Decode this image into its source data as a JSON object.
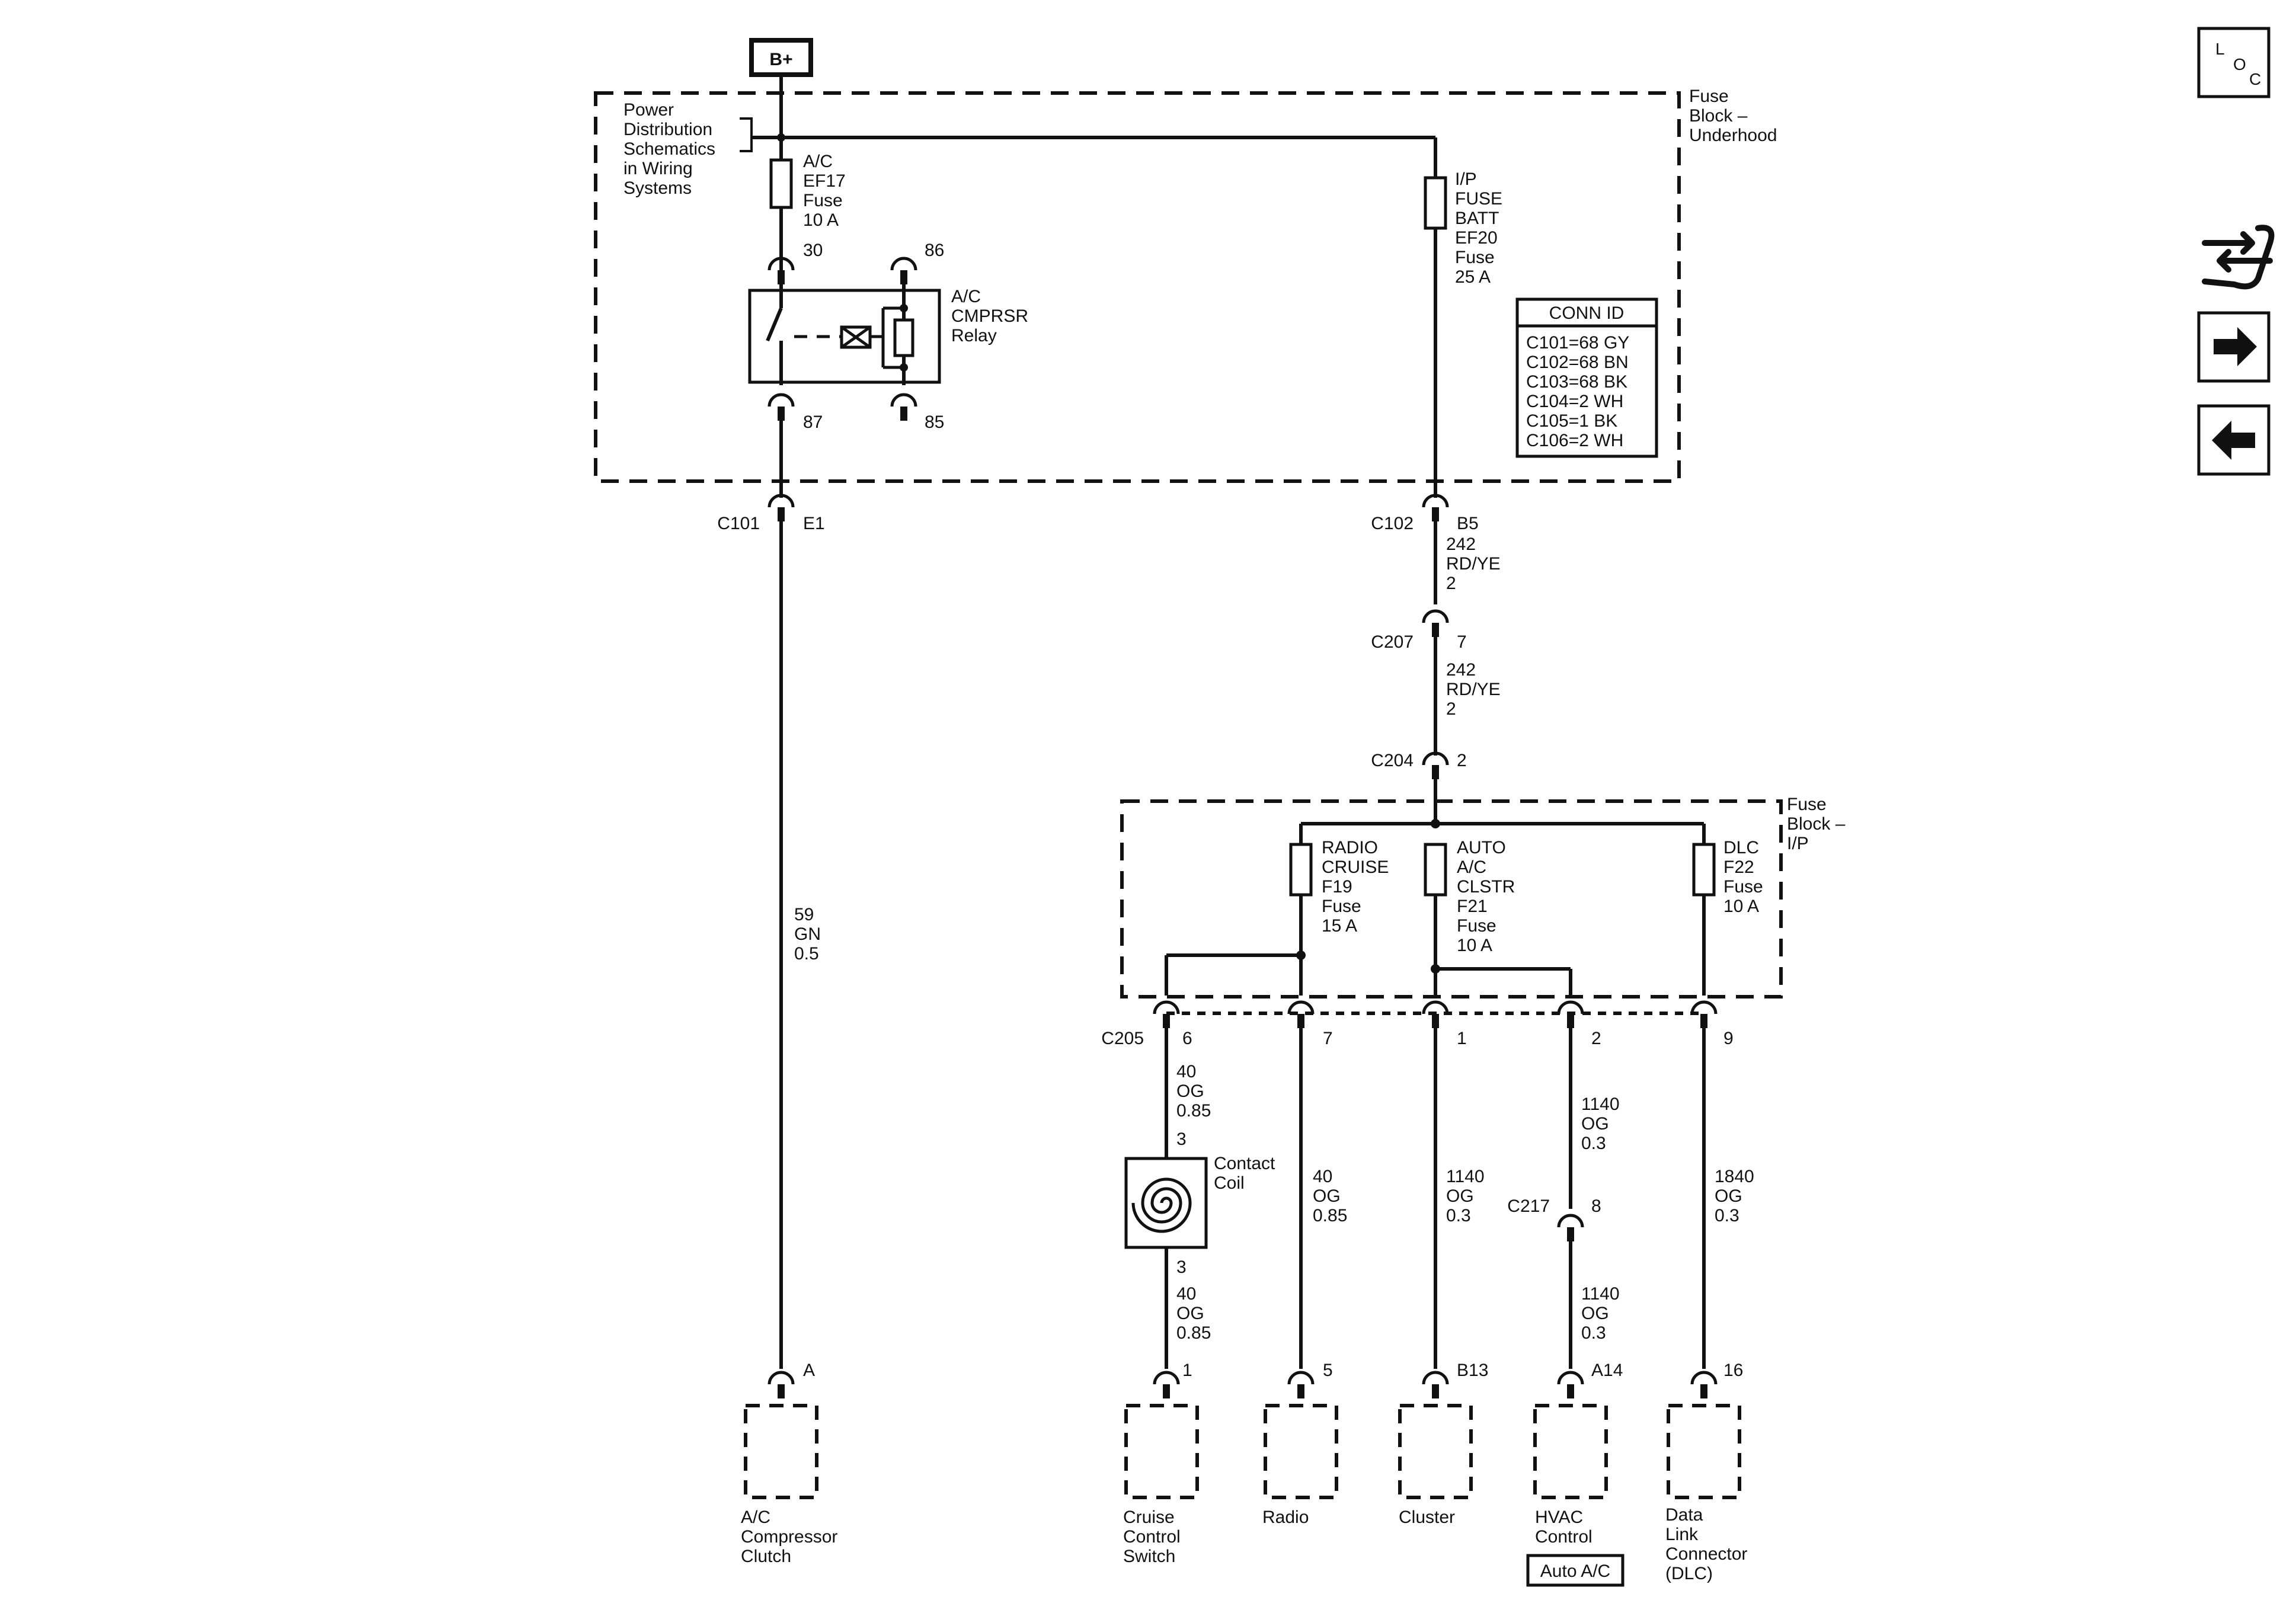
{
  "diagram": {
    "battery": "B+",
    "blocks": {
      "underhood": [
        "Fuse",
        "Block –",
        "Underhood"
      ],
      "ip": [
        "Fuse",
        "Block –",
        "I/P"
      ]
    },
    "power_dist_note": [
      "Power",
      "Distribution",
      "Schematics",
      "in Wiring",
      "Systems"
    ],
    "fuses": {
      "ef17": [
        "A/C",
        "EF17",
        "Fuse",
        "10 A"
      ],
      "ef20": [
        "I/P",
        "FUSE",
        "BATT",
        "EF20",
        "Fuse",
        "25 A"
      ],
      "f19": [
        "RADIO",
        "CRUISE",
        "F19",
        "Fuse",
        "15 A"
      ],
      "f21": [
        "AUTO",
        "A/C",
        "CLSTR",
        "F21",
        "Fuse",
        "10 A"
      ],
      "f22": [
        "DLC",
        "F22",
        "Fuse",
        "10 A"
      ]
    },
    "relay": {
      "label": [
        "A/C",
        "CMPRSR",
        "Relay"
      ],
      "pins": {
        "p30": "30",
        "p86": "86",
        "p87": "87",
        "p85": "85"
      }
    },
    "conn_table": {
      "title": "CONN ID",
      "rows": [
        "C101=68 GY",
        "C102=68 BN",
        "C103=68 BK",
        "C104=2 WH",
        "C105=1 BK",
        "C106=2 WH"
      ]
    },
    "connectors": {
      "c101": {
        "name": "C101",
        "pin": "E1"
      },
      "c102": {
        "name": "C102",
        "pin": "B5"
      },
      "c207": {
        "name": "C207",
        "pin": "7"
      },
      "c204": {
        "name": "C204",
        "pin": "2"
      },
      "c205": {
        "name": "C205",
        "pins": [
          "6",
          "7",
          "1",
          "2",
          "9"
        ]
      },
      "c217": {
        "name": "C217",
        "pin": "8"
      }
    },
    "wires": {
      "w242a": [
        "242",
        "RD/YE",
        "2"
      ],
      "w242b": [
        "242",
        "RD/YE",
        "2"
      ],
      "w59": [
        "59",
        "GN",
        "0.5"
      ],
      "w40a": [
        "40",
        "OG",
        "0.85"
      ],
      "w40b": [
        "40",
        "OG",
        "0.85"
      ],
      "w40c": [
        "40",
        "OG",
        "0.85"
      ],
      "w1140a": [
        "1140",
        "OG",
        "0.3"
      ],
      "w1140b": [
        "1140",
        "OG",
        "0.3"
      ],
      "w1140c": [
        "1140",
        "OG",
        "0.3"
      ],
      "w1840": [
        "1840",
        "OG",
        "0.3"
      ]
    },
    "contact_coil": {
      "label": [
        "Contact",
        "Coil"
      ],
      "pin_top": "3",
      "pin_bottom": "3"
    },
    "components": [
      {
        "pin": "A",
        "label": [
          "A/C",
          "Compressor",
          "Clutch"
        ]
      },
      {
        "pin": "1",
        "label": [
          "Cruise",
          "Control",
          "Switch"
        ]
      },
      {
        "pin": "5",
        "label": [
          "Radio"
        ]
      },
      {
        "pin": "B13",
        "label": [
          "Cluster"
        ]
      },
      {
        "pin": "A14",
        "label": [
          "HVAC",
          "Control"
        ]
      },
      {
        "pin": "16",
        "label": [
          "Data",
          "Link",
          "Connector",
          "(DLC)"
        ]
      }
    ],
    "option_badge": "Auto A/C"
  },
  "toolbar": {
    "loc": {
      "l": "L",
      "o": "O",
      "c": "C"
    },
    "buttons": [
      "diagnostics-icon",
      "forward-arrow-icon",
      "back-arrow-icon"
    ]
  }
}
